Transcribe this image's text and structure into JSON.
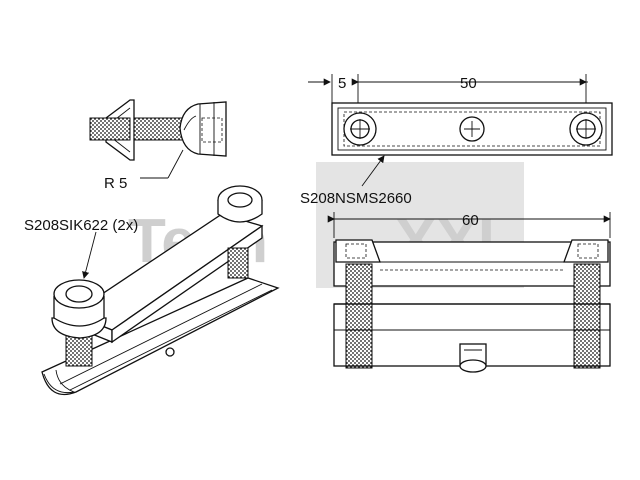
{
  "labels": {
    "radius": "R 5",
    "screw_part": "S208SIK622 (2x)",
    "nut_part": "S208NSMS2660"
  },
  "dimensions": {
    "edge": "5",
    "hole_spacing": "50",
    "overall_length": "60"
  },
  "watermark": {
    "text_a": "Tech",
    "text_b": "XXL"
  },
  "colors": {
    "line": "#111111",
    "watermark": "#cfcfcf",
    "background": "#ffffff"
  }
}
